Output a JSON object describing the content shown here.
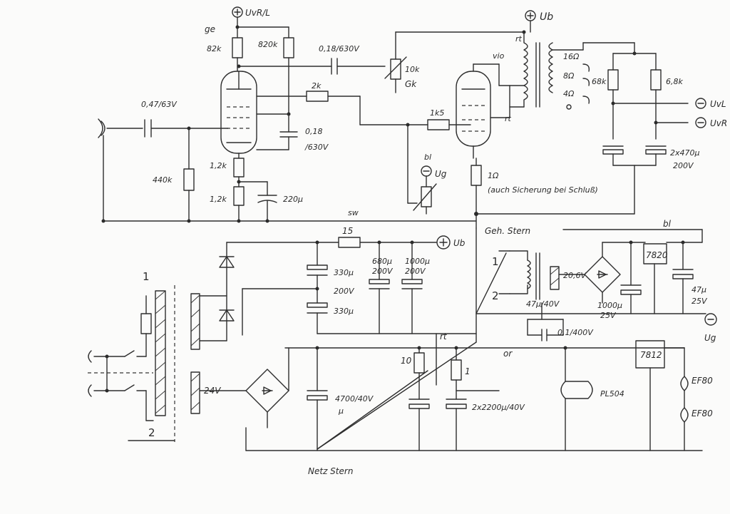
{
  "supplies": {
    "uvrl": "UvR/L",
    "ub_top": "Ub",
    "ub_psu": "Ub",
    "uvl": "UvL",
    "uvr": "UvR",
    "ug_bias": "Ug",
    "ug_psu": "Ug"
  },
  "amp": {
    "ge": "ge",
    "r_82k": "82k",
    "r_820k": "820k",
    "c_coupling": "0,18/630V",
    "c_input": "0,47/63V",
    "r_2k": "2k",
    "pot_10k": "10k",
    "pot_gk": "Gk",
    "r_1k5": "1k5",
    "c_018": "0,18",
    "c_018_v": "/630V",
    "r_440k": "440k",
    "r_1k2a": "1,2k",
    "r_1k2b": "1,2k",
    "c_220u": "220µ",
    "bl": "bl",
    "r_1ohm": "1Ω",
    "fuse_note": "(auch Sicherung bei Schluß)",
    "sw": "sw",
    "rt": "rt",
    "vio": "vio",
    "rt2": "rt",
    "tap16": "16Ω",
    "tap8": "8Ω",
    "tap4": "4Ω",
    "r_68k": "68k",
    "r_6k8": "6,8k",
    "c_2x470": "2x470µ",
    "c_2x470_v": "200V"
  },
  "psu": {
    "geh_stern": "Geh. Stern",
    "netz_stern": "Netz Stern",
    "r_15": "15",
    "c_330a": "330µ",
    "c_330_v": "200V",
    "c_330b": "330µ",
    "c_680": "680µ",
    "c_680_v": "200V",
    "c_1000": "1000µ",
    "c_1000_v": "200V",
    "bl2": "bl",
    "pin1": "1",
    "pin2": "2",
    "v_20_6": "20,6V",
    "c_1000_25": "1000µ",
    "c_1000_25_v": "25V",
    "reg_7820": "7820",
    "c_47u": "47µ",
    "c_47u_v": "25V",
    "c_47_40": "47µ/40V",
    "c_01": "0,1/400V",
    "rt3": "rt",
    "or": "or",
    "r_10": "10",
    "r_1": "1",
    "v_24": "24V",
    "c_4700": "4700/40V",
    "c_4700_u": "µ",
    "c_2x2200": "2x2200µ/40V",
    "reg_7812": "7812",
    "pl504": "PL504",
    "ef80a": "EF80",
    "ef80b": "EF80",
    "mains_1": "1",
    "mains_2": "2"
  }
}
